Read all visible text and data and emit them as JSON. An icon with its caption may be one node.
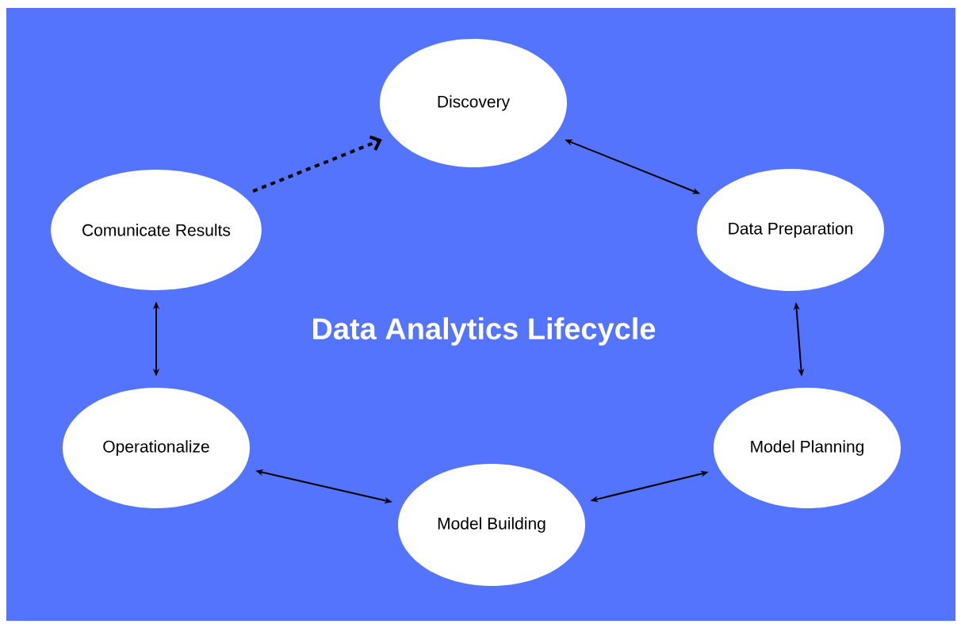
{
  "diagram": {
    "title": "Data Analytics Lifecycle",
    "nodes": [
      {
        "text": [
          "Discovery"
        ]
      },
      {
        "text": [
          "Data Preparation"
        ]
      },
      {
        "text": [
          "Model Planning"
        ]
      },
      {
        "text": [
          "Model Building"
        ]
      },
      {
        "text": [
          "Operationalize"
        ]
      },
      {
        "text": [
          "Comunicate Results"
        ]
      }
    ],
    "edges": [
      {
        "from": 0,
        "to": 1,
        "arrow": "both"
      },
      {
        "from": 1,
        "to": 2,
        "arrow": "both"
      },
      {
        "from": 2,
        "to": 3,
        "arrow": "both"
      },
      {
        "from": 3,
        "to": 4,
        "arrow": "both"
      },
      {
        "from": 4,
        "to": 5,
        "arrow": "both"
      },
      {
        "from": 5,
        "to": 0,
        "arrow": "to",
        "style": "dashed"
      }
    ]
  }
}
